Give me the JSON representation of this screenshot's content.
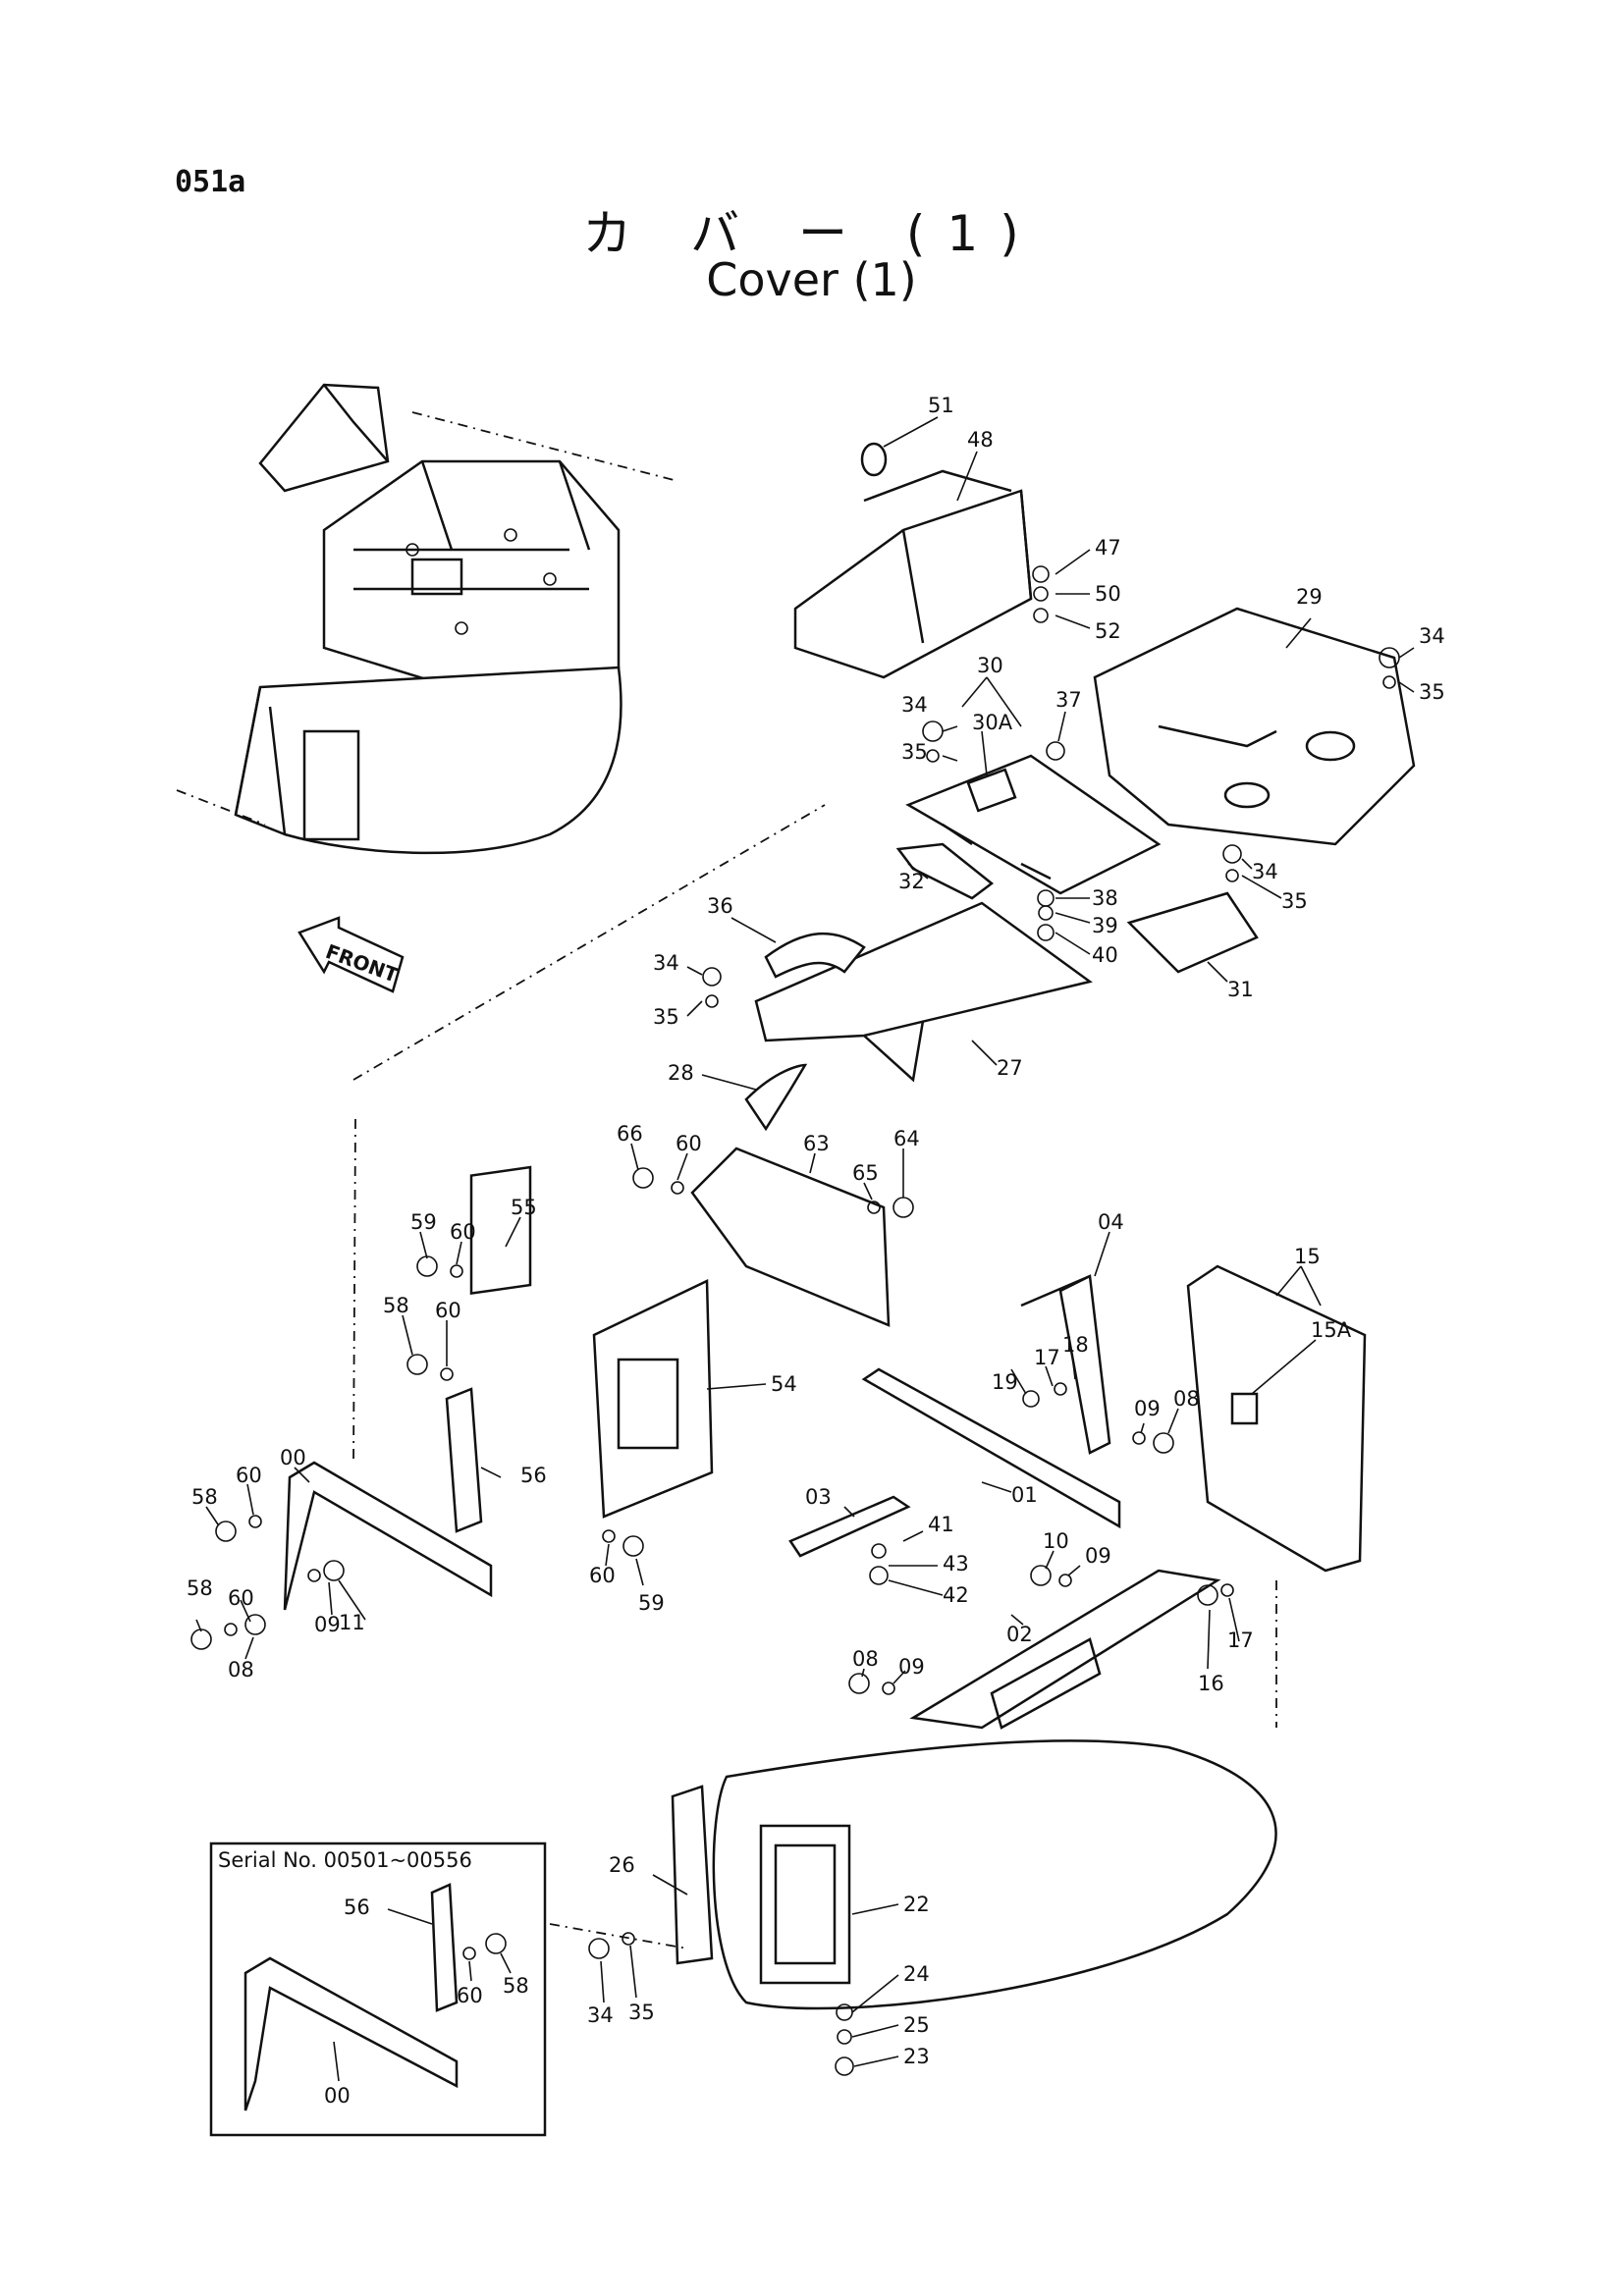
{
  "page_code": "051a",
  "title_jp": "カ バ ー (1)",
  "title_en": "Cover (1)",
  "front_marker": "FRONT",
  "inset": {
    "title": "Serial No. 00501~00556",
    "labels": [
      "56",
      "60",
      "58",
      "00"
    ]
  },
  "part_labels": [
    "51",
    "48",
    "47",
    "50",
    "52",
    "29",
    "34",
    "35",
    "30",
    "30A",
    "37",
    "34",
    "35",
    "32",
    "38",
    "39",
    "40",
    "34",
    "35",
    "31",
    "36",
    "34",
    "35",
    "27",
    "28",
    "66",
    "60",
    "63",
    "65",
    "64",
    "59",
    "60",
    "55",
    "58",
    "60",
    "54",
    "04",
    "18",
    "17",
    "19",
    "09",
    "08",
    "15",
    "15A",
    "00",
    "60",
    "56",
    "58",
    "03",
    "41",
    "43",
    "42",
    "01",
    "60",
    "58",
    "11",
    "09",
    "08",
    "60",
    "59",
    "10",
    "09",
    "02",
    "16",
    "17",
    "08",
    "09",
    "26",
    "22",
    "24",
    "25",
    "23",
    "34",
    "35"
  ]
}
